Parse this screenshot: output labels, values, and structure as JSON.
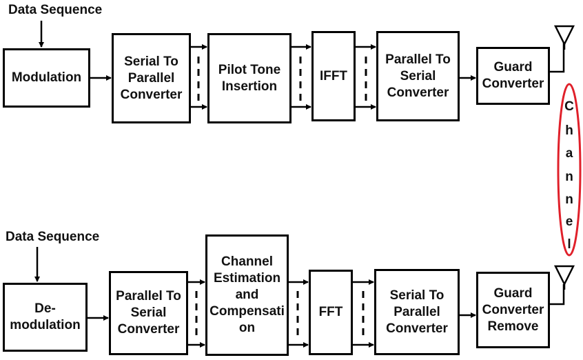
{
  "colors": {
    "line": "#000000",
    "channel_outline": "#e0202a",
    "text": "#111111"
  },
  "transmitter": {
    "input_label": "Data Sequence",
    "blocks": {
      "modulation": "Modulation",
      "serial_to_parallel": "Serial To\nParallel\nConverter",
      "pilot_tone": "Pilot Tone\nInsertion",
      "ifft": "IFFT",
      "parallel_to_serial": "Parallel To\nSerial\nConverter",
      "guard": "Guard\nConverter"
    }
  },
  "channel": {
    "letters": [
      "C",
      "h",
      "a",
      "n",
      "n",
      "e",
      "l"
    ]
  },
  "receiver": {
    "output_label": "Data Sequence",
    "blocks": {
      "demodulation": "De-\nmodulation",
      "parallel_to_serial": "Parallel To\nSerial\nConverter",
      "channel_estimation": "Channel\nEstimation\nand\nCompensati\non",
      "fft": "FFT",
      "serial_to_parallel": "Serial To\nParallel\nConverter",
      "guard_remove": "Guard\nConverter\nRemove"
    }
  },
  "icons": {
    "antenna": "antenna-icon",
    "arrow": "arrow-icon"
  }
}
